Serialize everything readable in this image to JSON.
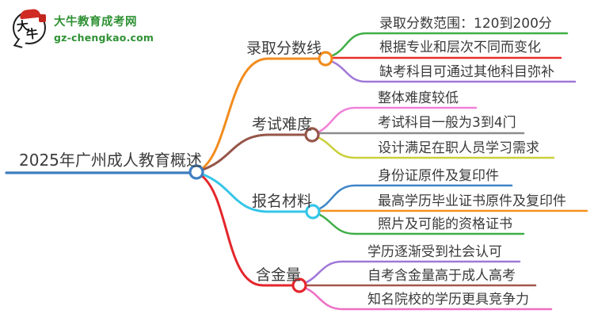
{
  "logo": {
    "icon_text_top": "大",
    "icon_text_bottom": "牛",
    "site_name": "大牛教育成考网",
    "site_url": "gz-chengkao.com",
    "brand_green": "#2f9134",
    "seal_red": "#c2271f"
  },
  "mindmap": {
    "root": {
      "label": "2025年广州成人教育概述",
      "color": "#3e7ec0"
    },
    "branches": [
      {
        "label": "录取分数线",
        "color": "#f28c1e",
        "children": [
          {
            "label": "录取分数范围：120到200分",
            "color": "#3fae47"
          },
          {
            "label": "根据专业和层次不同而变化",
            "color": "#e8302a"
          },
          {
            "label": "缺考科目可通过其他科目弥补",
            "color": "#a177d8"
          }
        ]
      },
      {
        "label": "考试难度",
        "color": "#96564a",
        "children": [
          {
            "label": "整体难度较低",
            "color": "#f080d8"
          },
          {
            "label": "考试科目一般为3到4门",
            "color": "#8c8c8c"
          },
          {
            "label": "设计满足在职人员学习需求",
            "color": "#cbd03c"
          }
        ]
      },
      {
        "label": "报名材料",
        "color": "#35c6e8",
        "children": [
          {
            "label": "身份证原件及复印件",
            "color": "#3e85c8"
          },
          {
            "label": "最高学历毕业证书原件及复印件",
            "color": "#f6921e"
          },
          {
            "label": "照片及可能的资格证书",
            "color": "#3fae47"
          }
        ]
      },
      {
        "label": "含金量",
        "color": "#e4262b",
        "children": [
          {
            "label": "学历逐渐受到社会认可",
            "color": "#a177d8"
          },
          {
            "label": "自考含金量高于成人高考",
            "color": "#a2594b"
          },
          {
            "label": "知名院校的学历更具竞争力",
            "color": "#ee6fc4"
          }
        ]
      }
    ]
  }
}
